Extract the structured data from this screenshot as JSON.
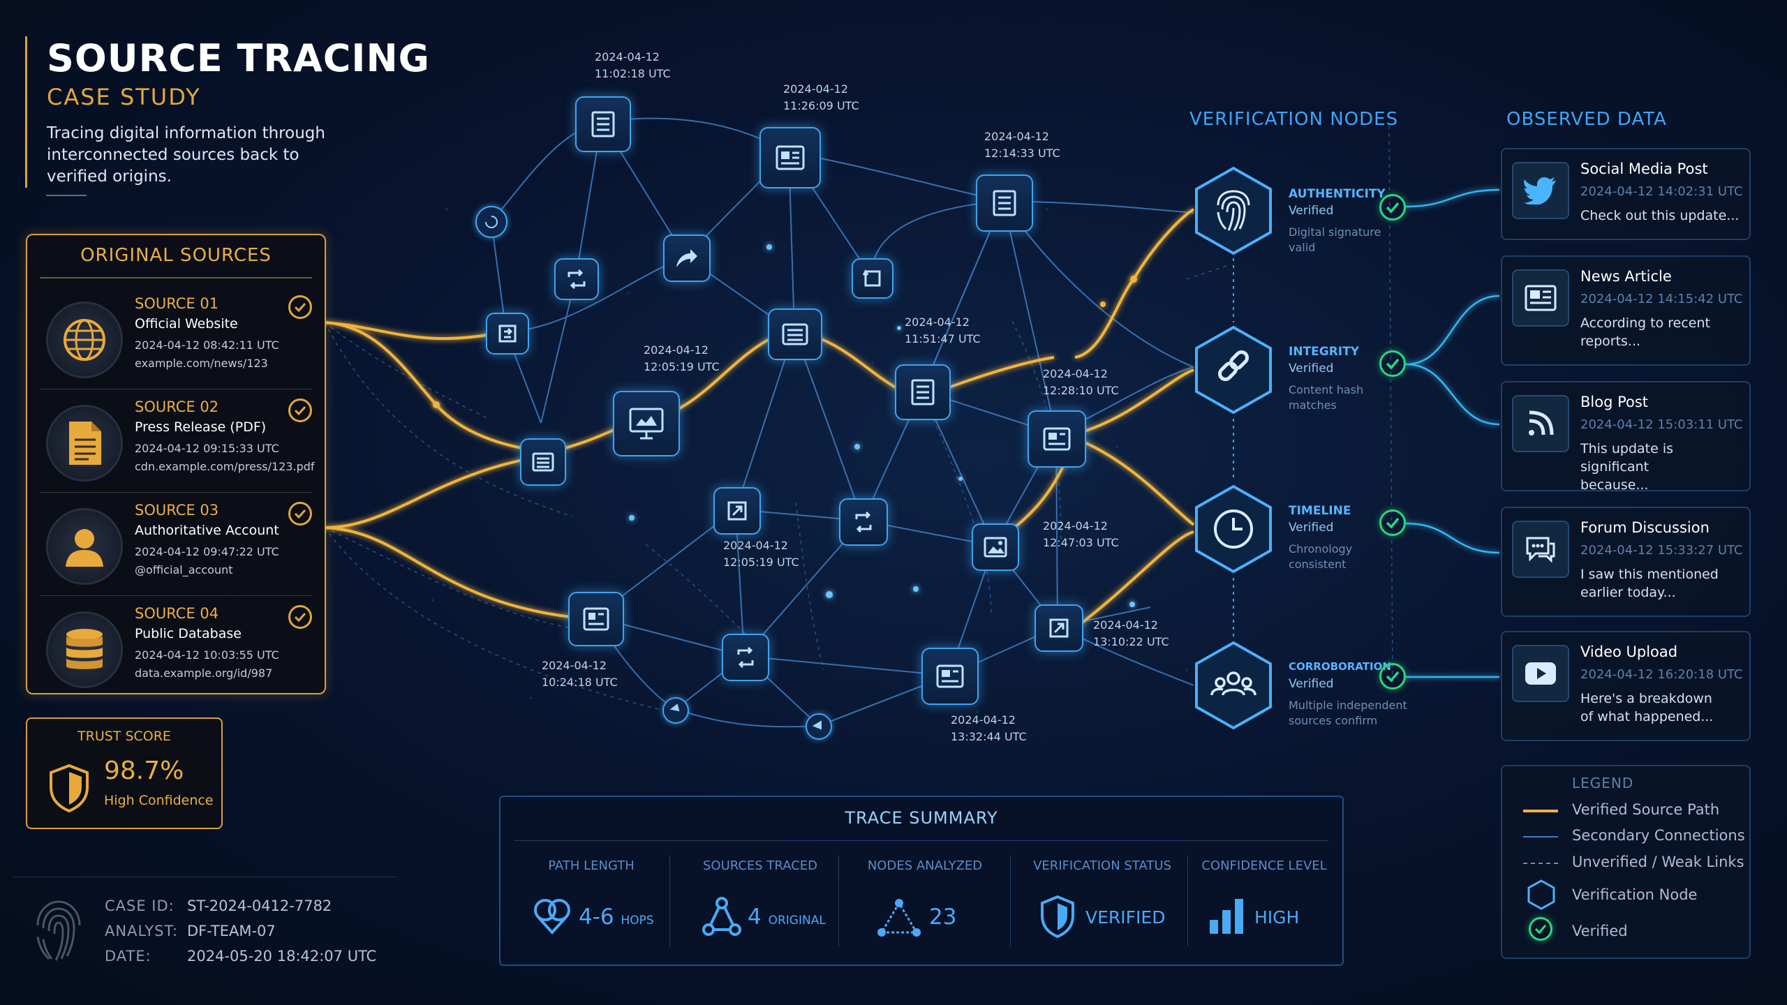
{
  "header": {
    "title": "SOURCE TRACING",
    "subtitle": "CASE STUDY",
    "description": "Tracing digital information through interconnected sources back to verified origins."
  },
  "original_sources": {
    "heading": "ORIGINAL SOURCES",
    "items": [
      {
        "title": "SOURCE 01",
        "name": "Official Website",
        "time": "2024-04-12 08:42:11 UTC",
        "ref": "example.com/news/123",
        "icon": "globe-icon"
      },
      {
        "title": "SOURCE 02",
        "name": "Press Release (PDF)",
        "time": "2024-04-12 09:15:33 UTC",
        "ref": "cdn.example.com/press/123.pdf",
        "icon": "document-icon"
      },
      {
        "title": "SOURCE 03",
        "name": "Authoritative Account",
        "time": "2024-04-12 09:47:22 UTC",
        "ref": "@official_account",
        "icon": "user-icon"
      },
      {
        "title": "SOURCE 04",
        "name": "Public Database",
        "time": "2024-04-12 10:03:55 UTC",
        "ref": "data.example.org/id/987",
        "icon": "database-icon"
      }
    ]
  },
  "trust_score": {
    "label": "TRUST SCORE",
    "value": "98.7%",
    "sub": "High Confidence"
  },
  "case_info": {
    "case_id_label": "CASE ID:",
    "case_id": "ST-2024-0412-7782",
    "analyst_label": "ANALYST:",
    "analyst": "DF-TEAM-07",
    "date_label": "DATE:",
    "date": "2024-05-20 18:42:07 UTC"
  },
  "graph_timestamps": {
    "t1": {
      "date": "2024-04-12",
      "time": "11:02:18 UTC"
    },
    "t2": {
      "date": "2024-04-12",
      "time": "11:26:09 UTC"
    },
    "t3": {
      "date": "2024-04-12",
      "time": "12:14:33 UTC"
    },
    "t4": {
      "date": "2024-04-12",
      "time": "12:05:19 UTC"
    },
    "t5": {
      "date": "2024-04-12",
      "time": "11:51:47 UTC"
    },
    "t6": {
      "date": "2024-04-12",
      "time": "12:28:10 UTC"
    },
    "t7": {
      "date": "2024-04-12",
      "time": "12:05:19 UTC"
    },
    "t8": {
      "date": "2024-04-12",
      "time": "12:47:03 UTC"
    },
    "t9": {
      "date": "2024-04-12",
      "time": "13:10:22 UTC"
    },
    "t10": {
      "date": "2024-04-12",
      "time": "10:24:18 UTC"
    },
    "t11": {
      "date": "2024-04-12",
      "time": "13:32:44 UTC"
    }
  },
  "verification": {
    "heading": "VERIFICATION NODES",
    "nodes": [
      {
        "label": "AUTHENTICITY",
        "status": "Verified",
        "desc": [
          "Digital signature",
          "valid"
        ],
        "icon": "fingerprint-icon"
      },
      {
        "label": "INTEGRITY",
        "status": "Verified",
        "desc": [
          "Content hash",
          "matches"
        ],
        "icon": "link-icon"
      },
      {
        "label": "TIMELINE",
        "status": "Verified",
        "desc": [
          "Chronology",
          "consistent"
        ],
        "icon": "clock-icon"
      },
      {
        "label": "CORROBORATION",
        "status": "Verified",
        "desc": [
          "Multiple independent",
          "sources confirm"
        ],
        "icon": "group-icon"
      }
    ]
  },
  "observed": {
    "heading": "OBSERVED DATA",
    "items": [
      {
        "title": "Social Media Post",
        "time": "2024-04-12 14:02:31 UTC",
        "text": [
          "Check out this update..."
        ],
        "icon": "bird-icon"
      },
      {
        "title": "News Article",
        "time": "2024-04-12 14:15:42 UTC",
        "text": [
          "According to recent",
          "reports..."
        ],
        "icon": "newspaper-icon"
      },
      {
        "title": "Blog Post",
        "time": "2024-04-12 15:03:11 UTC",
        "text": [
          "This update is significant",
          "because..."
        ],
        "icon": "rss-icon"
      },
      {
        "title": "Forum Discussion",
        "time": "2024-04-12 15:33:27 UTC",
        "text": [
          "I saw this mentioned",
          "earlier today..."
        ],
        "icon": "chat-icon"
      },
      {
        "title": "Video Upload",
        "time": "2024-04-12 16:20:18 UTC",
        "text": [
          "Here's a breakdown",
          "of what happened..."
        ],
        "icon": "play-icon"
      }
    ]
  },
  "legend": {
    "title": "LEGEND",
    "items": [
      "Verified Source Path",
      "Secondary Connections",
      "Unverified / Weak Links",
      "Verification Node",
      "Verified"
    ]
  },
  "summary": {
    "title": "TRACE SUMMARY",
    "path_length": {
      "label": "PATH LENGTH",
      "value": "4-6",
      "unit": "HOPS"
    },
    "sources_traced": {
      "label": "SOURCES TRACED",
      "value": "4",
      "unit": "ORIGINAL"
    },
    "nodes_analyzed": {
      "label": "NODES ANALYZED",
      "value": "23"
    },
    "verification_status": {
      "label": "VERIFICATION STATUS",
      "value": "VERIFIED"
    },
    "confidence_level": {
      "label": "CONFIDENCE LEVEL",
      "value": "HIGH"
    }
  },
  "colors": {
    "gold": "#e8aa3c",
    "blue": "#3fa4f0",
    "green": "#28d97f",
    "background": "#081530"
  }
}
